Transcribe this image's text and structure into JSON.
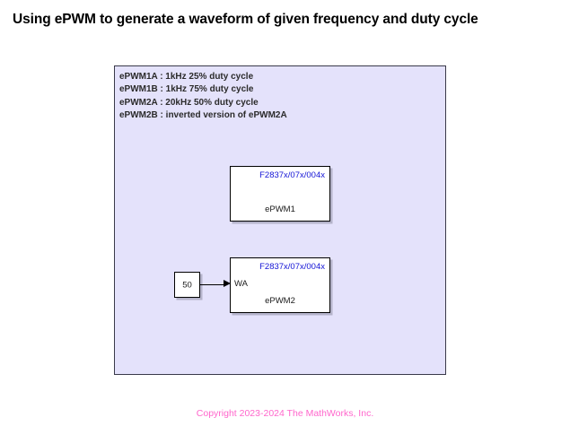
{
  "title": "Using ePWM to generate a waveform of given frequency and duty cycle",
  "canvas": {
    "annotation": {
      "lines": [
        "ePWM1A : 1kHz 25% duty cycle",
        "ePWM1B : 1kHz 75% duty cycle",
        "ePWM2A : 20kHz 50% duty cycle",
        "ePWM2B : inverted version of ePWM2A"
      ]
    },
    "blocks": {
      "epwm1": {
        "mask_type": "F2837x/07x/004x",
        "name": "ePWM1"
      },
      "epwm2": {
        "mask_type": "F2837x/07x/004x",
        "name": "ePWM2",
        "port_label": "WA"
      },
      "constant": {
        "value": "50"
      }
    }
  },
  "copyright": "Copyright 2023-2024 The MathWorks, Inc.",
  "colors": {
    "canvas_background": "#E4E2FB",
    "mask_type_text": "#1414d6",
    "copyright_text": "#ff66cc",
    "block_border": "#000000",
    "annotation_text": "#2b2b2b"
  }
}
